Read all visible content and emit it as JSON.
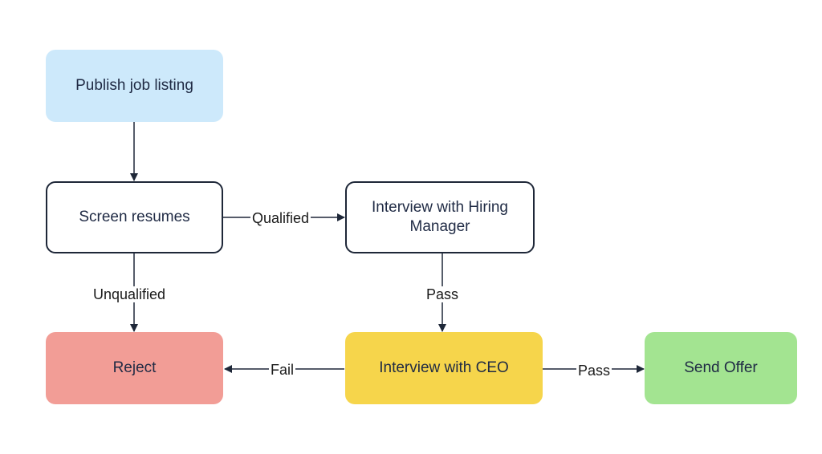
{
  "nodes": {
    "publish": {
      "label": "Publish job listing",
      "fill": "#cde9fb"
    },
    "screen": {
      "label": "Screen resumes",
      "fill": "#ffffff"
    },
    "interview_hm": {
      "label": "Interview with Hiring Manager",
      "fill": "#ffffff"
    },
    "reject": {
      "label": "Reject",
      "fill": "#f29d96"
    },
    "interview_ceo": {
      "label": "Interview with CEO",
      "fill": "#f6d54b"
    },
    "send_offer": {
      "label": "Send Offer",
      "fill": "#a3e491"
    }
  },
  "edges": {
    "publish_to_screen": {
      "label": ""
    },
    "screen_to_hm": {
      "label": "Qualified"
    },
    "screen_to_reject": {
      "label": "Unqualified"
    },
    "hm_to_ceo": {
      "label": "Pass"
    },
    "ceo_to_reject": {
      "label": "Fail"
    },
    "ceo_to_offer": {
      "label": "Pass"
    }
  },
  "colors": {
    "line": "#1e2738",
    "outline": "#1e2738"
  }
}
